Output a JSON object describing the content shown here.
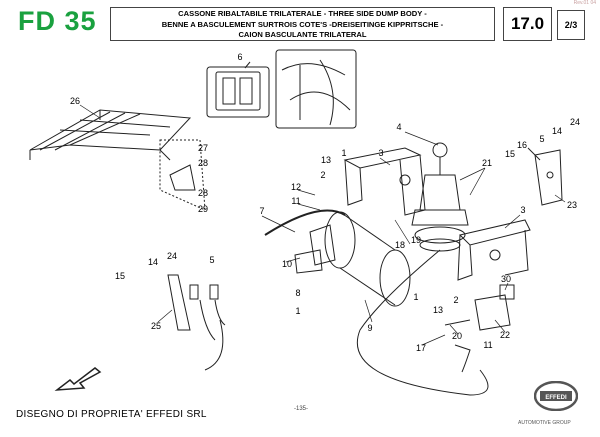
{
  "header": {
    "model": "FD 35",
    "title_lines": [
      "CASSONE RIBALTABILE TRILATERALE - THREE SIDE DUMP BODY -",
      "BENNE A BASCULEMENT SURTROIS COTE'S -DREISEITINGE KIPPRITSCHE -",
      "CAION BASCULANTE TRILATERAL"
    ],
    "section": "17.0",
    "sheet": "2/3",
    "revision": "Rev.01 04"
  },
  "callouts": [
    "6",
    "26",
    "27",
    "28",
    "28",
    "29",
    "4",
    "3",
    "21",
    "1",
    "13",
    "2",
    "12",
    "11",
    "7",
    "19",
    "18",
    "3",
    "5",
    "16",
    "14",
    "24",
    "15",
    "23",
    "10",
    "9",
    "8",
    "1",
    "24",
    "14",
    "5",
    "15",
    "25",
    "30",
    "1",
    "13",
    "2",
    "20",
    "22",
    "11",
    "17"
  ],
  "footer": {
    "ownership": "DISEGNO DI PROPRIETA' EFFEDI SRL",
    "page": "-135-",
    "brand": "EFFEDI",
    "brand_sub": "AUTOMOTIVE GROUP"
  },
  "colors": {
    "brand_green": "#1aa13f"
  }
}
